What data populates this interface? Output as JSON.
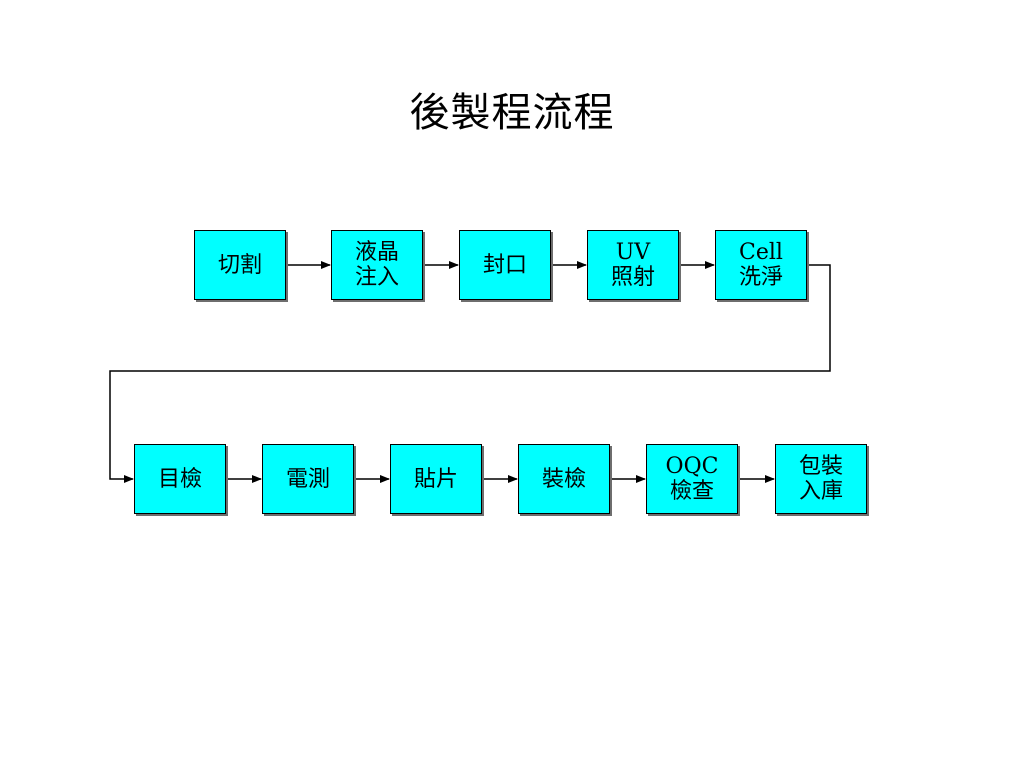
{
  "title": "後製程流程",
  "colors": {
    "box_fill": "#00ffff",
    "connector": "#000000"
  },
  "steps": [
    {
      "id": "cut",
      "label": "切割"
    },
    {
      "id": "lc-injection",
      "label": "液晶\n注入"
    },
    {
      "id": "seal",
      "label": "封口"
    },
    {
      "id": "uv-exposure",
      "label": "UV\n照射"
    },
    {
      "id": "cell-cleaning",
      "label": "Cell\n洗淨"
    },
    {
      "id": "visual-inspection",
      "label": "目檢"
    },
    {
      "id": "electrical-test",
      "label": "電測"
    },
    {
      "id": "attach-film",
      "label": "貼片"
    },
    {
      "id": "assembly-inspection",
      "label": "裝檢"
    },
    {
      "id": "oqc-inspection",
      "label": "OQC\n檢查"
    },
    {
      "id": "pack-warehouse",
      "label": "包裝\n入庫"
    }
  ],
  "connections": [
    [
      "cut",
      "lc-injection"
    ],
    [
      "lc-injection",
      "seal"
    ],
    [
      "seal",
      "uv-exposure"
    ],
    [
      "uv-exposure",
      "cell-cleaning"
    ],
    [
      "cell-cleaning",
      "visual-inspection"
    ],
    [
      "visual-inspection",
      "electrical-test"
    ],
    [
      "electrical-test",
      "attach-film"
    ],
    [
      "attach-film",
      "assembly-inspection"
    ],
    [
      "assembly-inspection",
      "oqc-inspection"
    ],
    [
      "oqc-inspection",
      "pack-warehouse"
    ]
  ]
}
